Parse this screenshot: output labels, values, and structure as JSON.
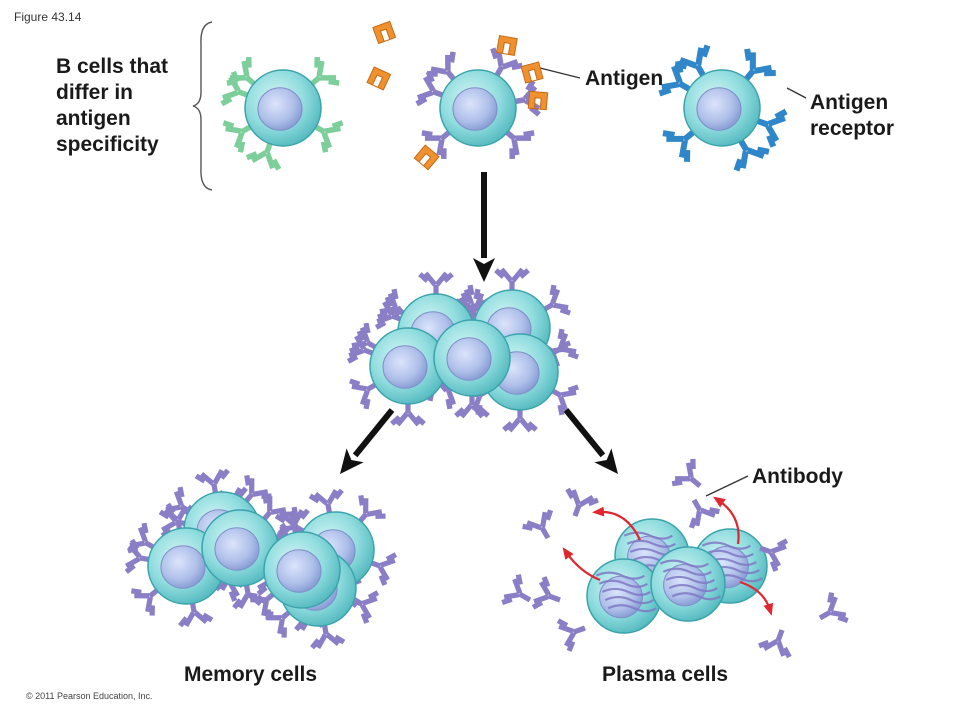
{
  "figure_label": "Figure 43.14",
  "copyright": "© 2011 Pearson Education, Inc.",
  "labels": {
    "b_cells_lines": [
      "B cells that",
      "differ in",
      "antigen",
      "specificity"
    ],
    "antigen": "Antigen",
    "antigen_receptor_lines": [
      "Antigen",
      "receptor"
    ],
    "antibody": "Antibody",
    "memory_cells": "Memory cells",
    "plasma_cells": "Plasma cells"
  },
  "colors": {
    "cell_fill": "#7fd3d6",
    "cell_edge": "#3aa3ab",
    "nucleus": "#a9b9e6",
    "receptor_green": "#7ccf9a",
    "receptor_purple": "#8a7fc6",
    "receptor_blue": "#2f86c9",
    "antigen_orange": "#f0912f",
    "arrow_black": "#111111",
    "arrow_red": "#e0262e"
  },
  "icons": [
    "bracket-icon",
    "b-cell-icon",
    "antigen-icon",
    "receptor-icon",
    "antibody-icon",
    "down-arrow-icon",
    "curved-red-arrow-icon"
  ]
}
